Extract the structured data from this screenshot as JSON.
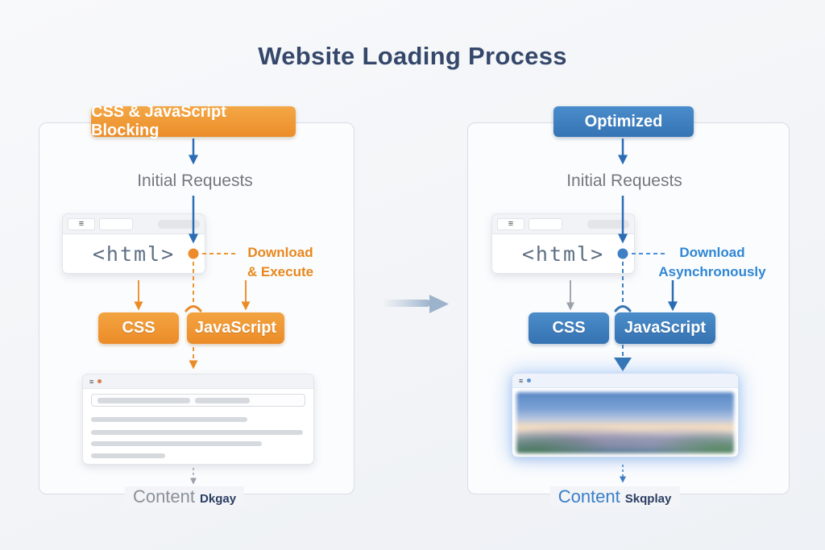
{
  "title": "Website Loading Process",
  "panels": {
    "blocking": {
      "badge": "CSS & JavaScript Blocking",
      "step1": "Initial Requests",
      "html_label": "<html>",
      "note_line1": "Download",
      "note_line2": "& Execute",
      "css": "CSS",
      "js": "JavaScript",
      "footer_main": "Content",
      "footer_sub": "Dkgay"
    },
    "optimized": {
      "badge": "Optimized",
      "step1": "Initial Requests",
      "html_label": "<html>",
      "note_line1": "Download",
      "note_line2": "Asynchronously",
      "css": "CSS",
      "js": "JavaScript",
      "footer_main": "Content",
      "footer_sub": "Skqplay"
    }
  },
  "icons": {
    "menu": "≡"
  },
  "colors": {
    "orange": "#ee9434",
    "orange_text": "#e8871d",
    "blue": "#3b7dc0",
    "arrow_blue": "#2a6cb5",
    "blue_text": "#2f86d4",
    "navy": "#35486b",
    "gray_text": "#74777d",
    "background": "#f2f4f7"
  }
}
